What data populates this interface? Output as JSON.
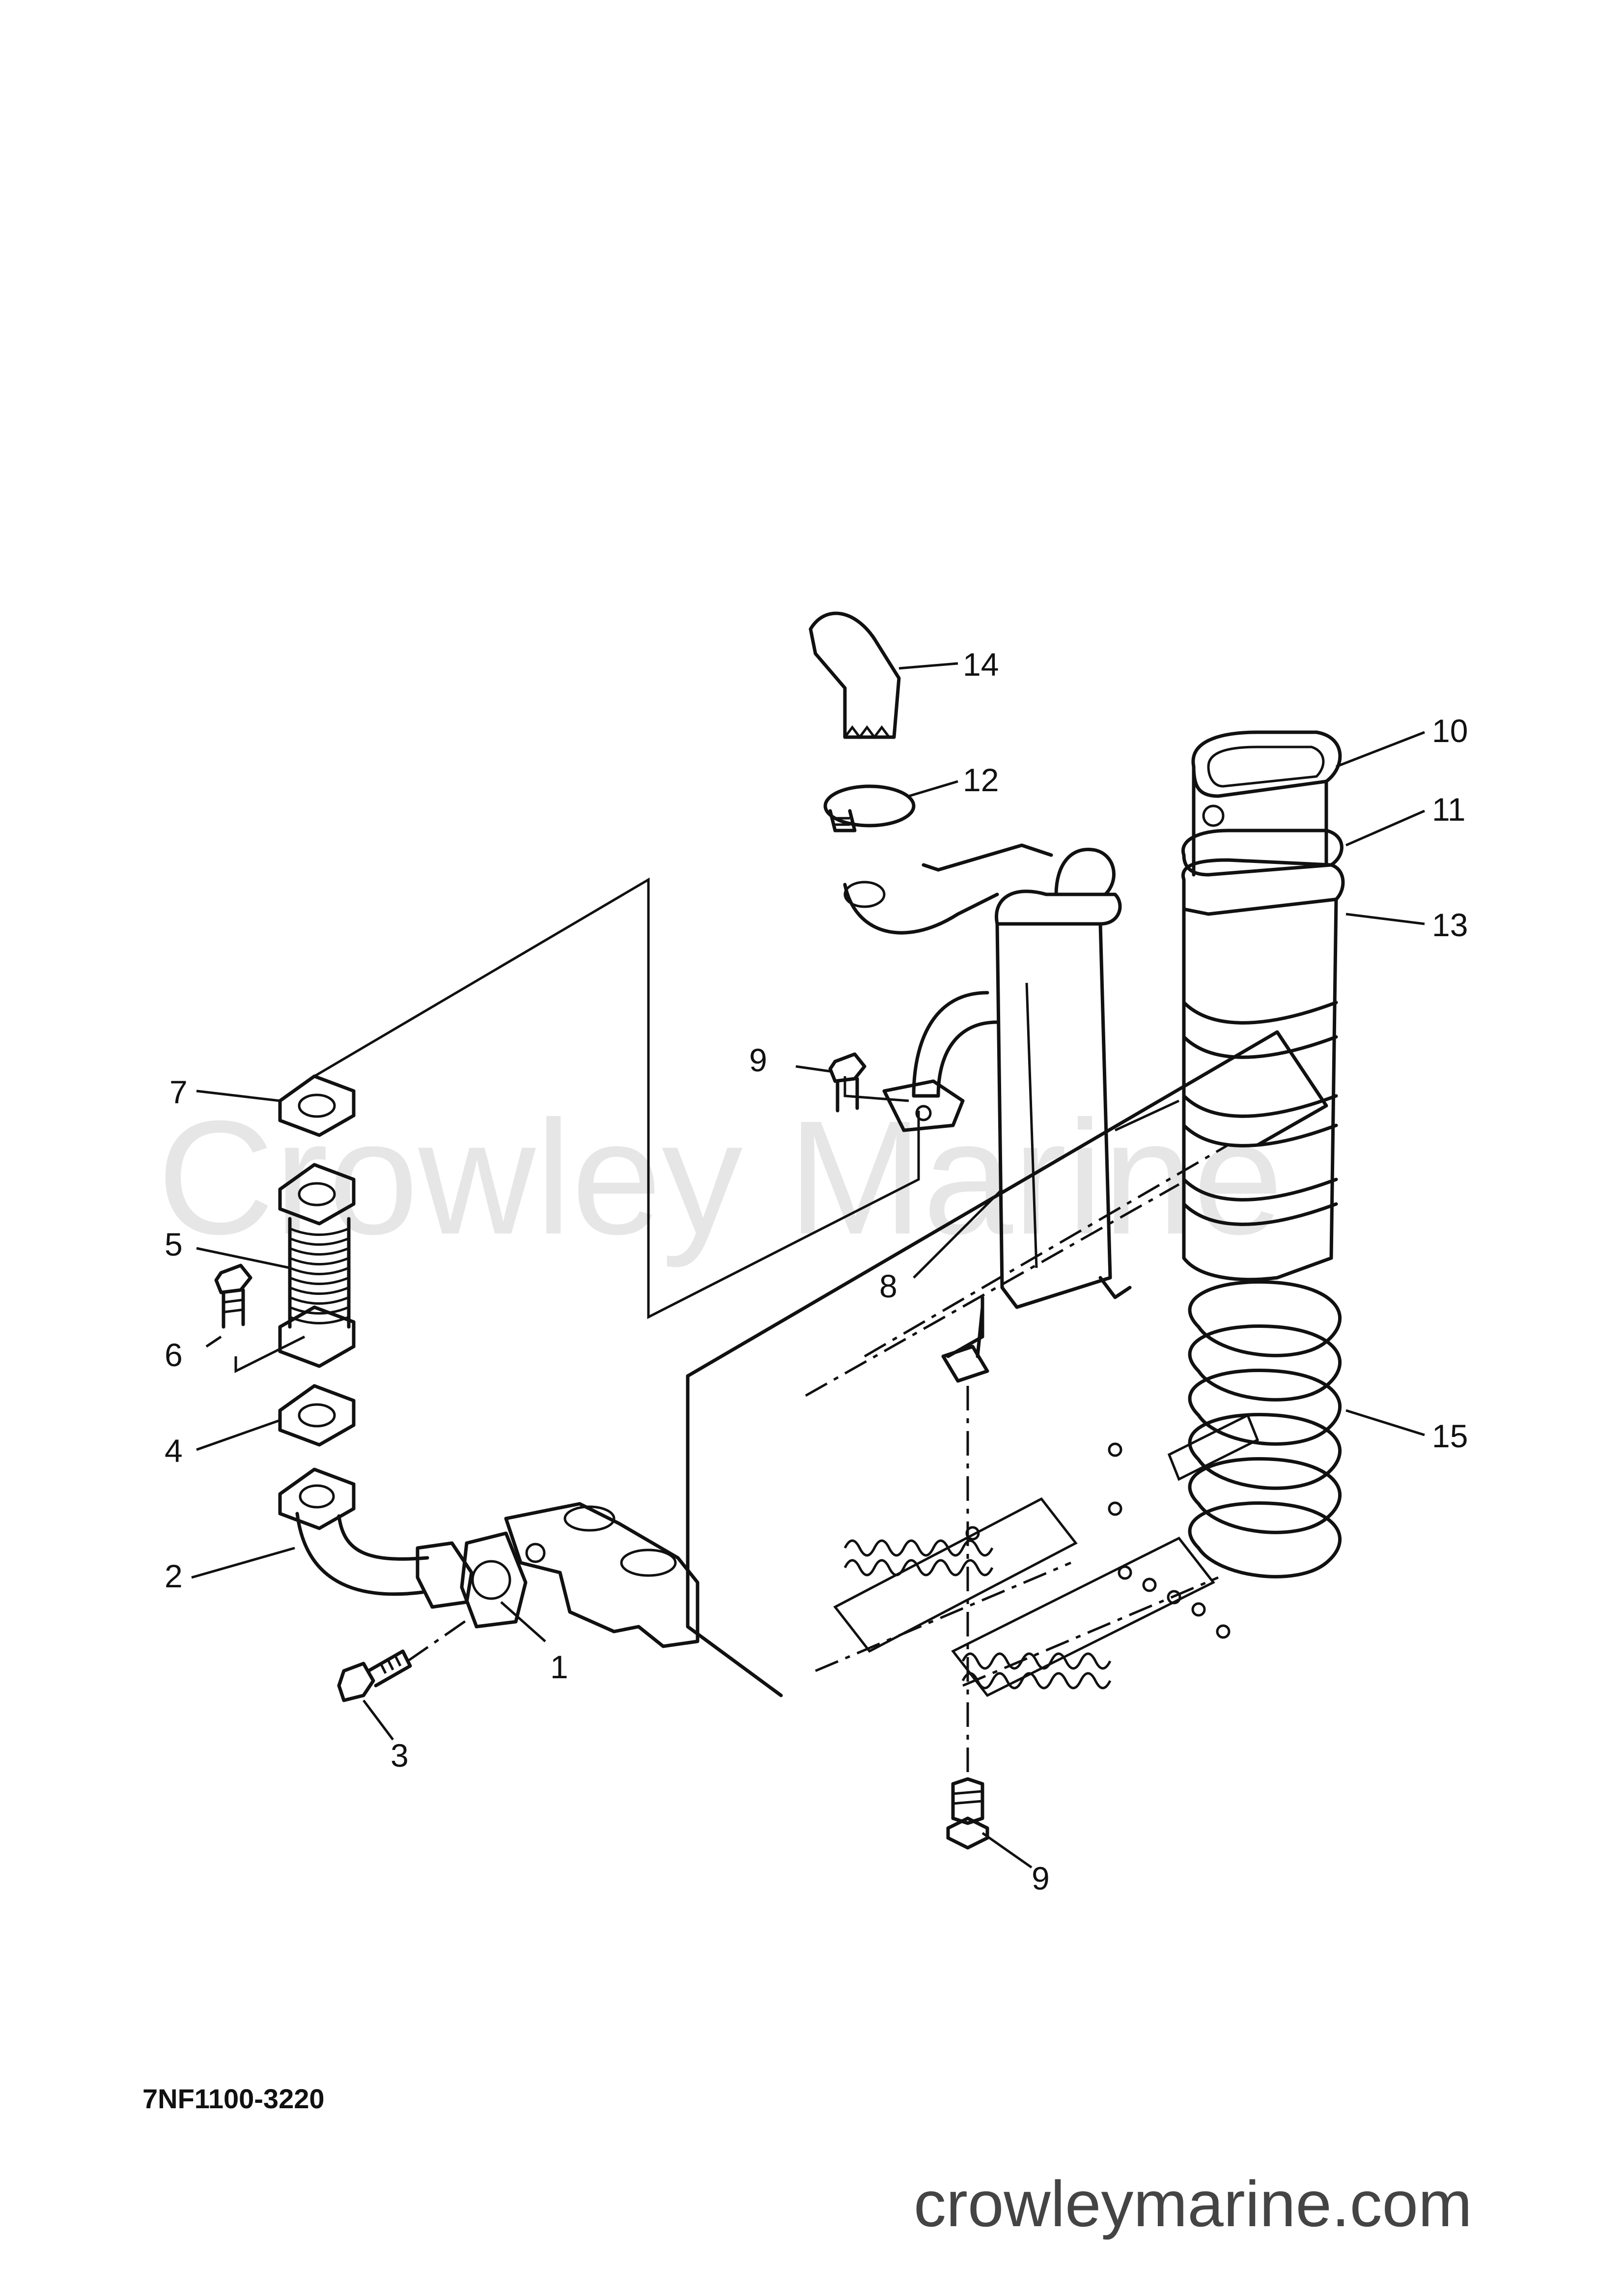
{
  "watermark": "Crowley Marine",
  "callouts": [
    {
      "id": "1",
      "text": "1"
    },
    {
      "id": "2",
      "text": "2"
    },
    {
      "id": "3",
      "text": "3"
    },
    {
      "id": "4",
      "text": "4"
    },
    {
      "id": "5",
      "text": "5"
    },
    {
      "id": "6",
      "text": "6"
    },
    {
      "id": "7",
      "text": "7"
    },
    {
      "id": "8",
      "text": "8"
    },
    {
      "id": "9a",
      "text": "9"
    },
    {
      "id": "9b",
      "text": "9"
    },
    {
      "id": "10",
      "text": "10"
    },
    {
      "id": "11",
      "text": "11"
    },
    {
      "id": "12",
      "text": "12"
    },
    {
      "id": "13",
      "text": "13"
    },
    {
      "id": "14",
      "text": "14"
    },
    {
      "id": "15",
      "text": "15"
    }
  ],
  "diagram_code": "7NF1100-3220",
  "site_url": "crowleymarine.com"
}
